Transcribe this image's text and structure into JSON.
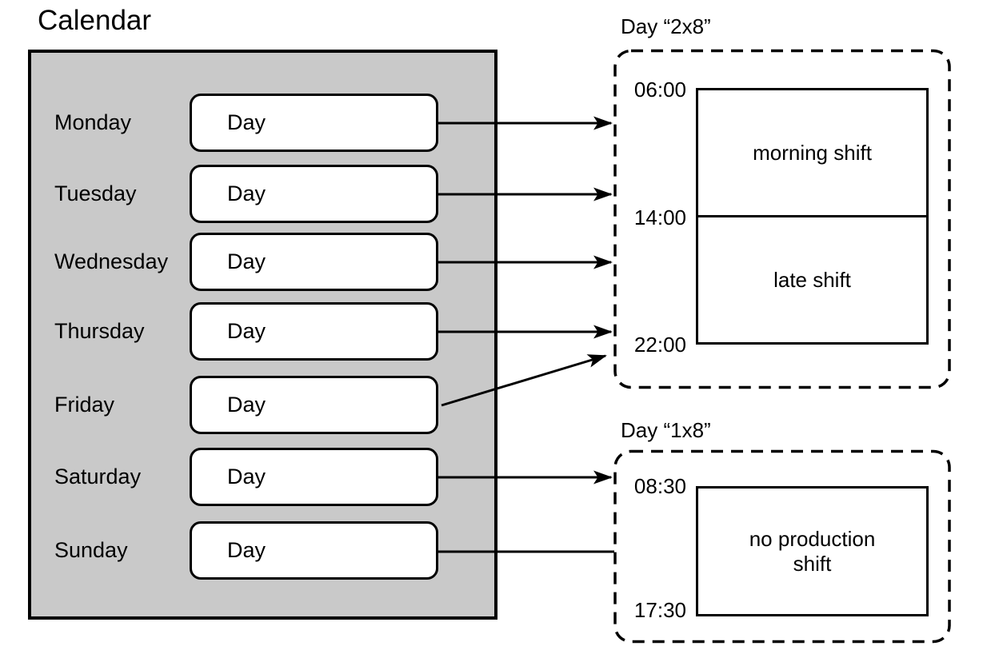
{
  "title": "Calendar",
  "calendar": {
    "days": [
      {
        "label": "Monday",
        "box_label": "Day"
      },
      {
        "label": "Tuesday",
        "box_label": "Day"
      },
      {
        "label": "Wednesday",
        "box_label": "Day"
      },
      {
        "label": "Thursday",
        "box_label": "Day"
      },
      {
        "label": "Friday",
        "box_label": "Day"
      },
      {
        "label": "Saturday",
        "box_label": "Day"
      },
      {
        "label": "Sunday",
        "box_label": "Day"
      }
    ]
  },
  "day_types": [
    {
      "name": "Day “2x8”",
      "time_labels": [
        "06:00",
        "14:00",
        "22:00"
      ],
      "shifts": [
        {
          "label": "morning shift"
        },
        {
          "label": "late shift"
        }
      ]
    },
    {
      "name": "Day “1x8”",
      "time_labels": [
        "08:30",
        "17:30"
      ],
      "shifts": [
        {
          "label": "no production\nshift"
        }
      ]
    }
  ],
  "colors": {
    "calendar_fill": "#c9c9c9",
    "box_fill": "#ffffff",
    "line": "#000000"
  }
}
